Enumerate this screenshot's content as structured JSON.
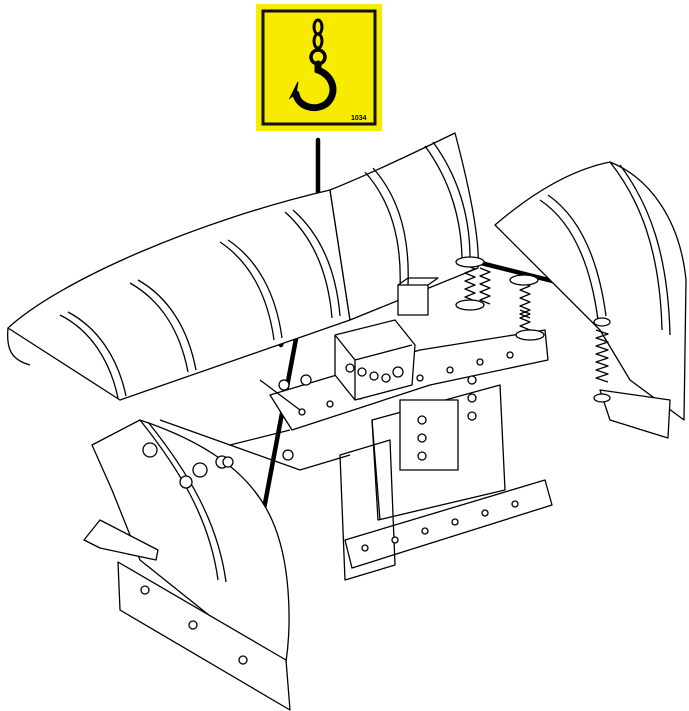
{
  "decal": {
    "icon": "lifting-hook-icon",
    "code": "1034",
    "background_color": "#f7ec00",
    "frame_color": "#111111"
  },
  "diagram": {
    "subject": "v-plow-blade-assembly",
    "line_color": "#000000",
    "leader_count": 4
  }
}
